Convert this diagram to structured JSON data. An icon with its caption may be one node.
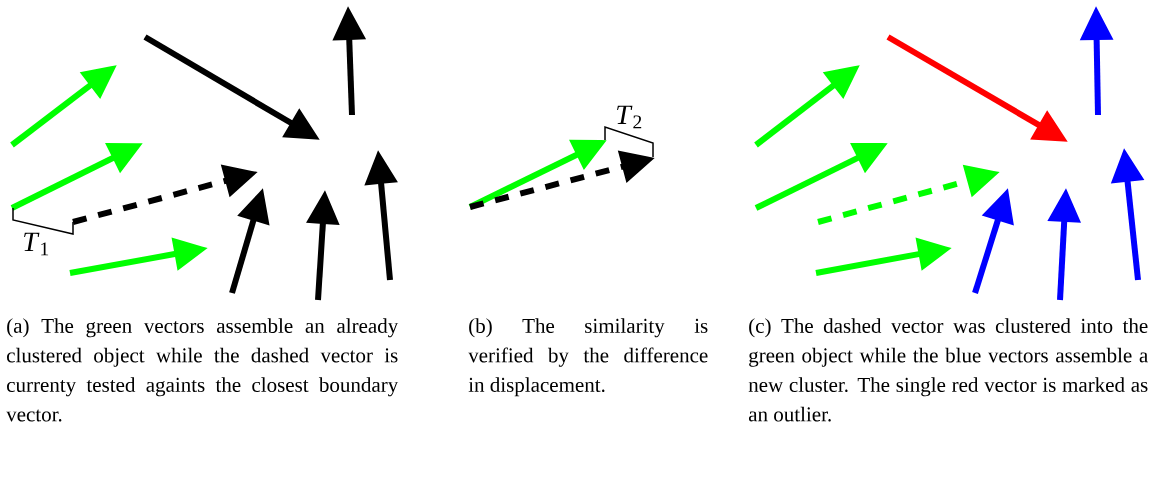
{
  "diagram": {
    "labels": [
      "*T*$_{1}$",
      "*T*$_{2}$",
      "(a) The green vectors assemble an already clustered object while the dashed vector is currenty tested againts the closest boundary vector.",
      "(b) The similarity is verified by the difference in displacement.",
      "(c) The dashed vector was clustered into the green object while the blue vectors assemble a new cluster. The single red vector is marked as an outlier."
    ]
  }
}
